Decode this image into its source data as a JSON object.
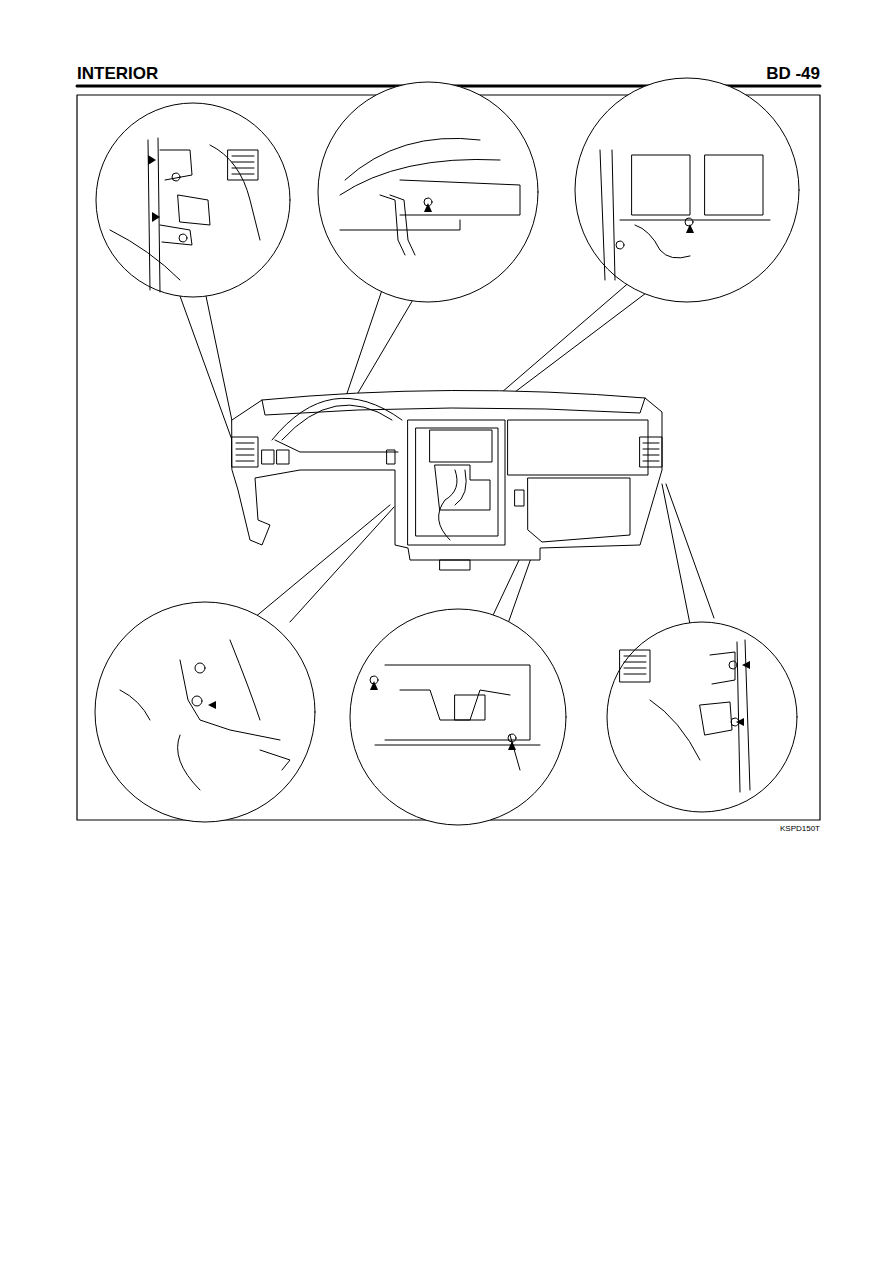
{
  "diagram": {
    "labels": [
      "INTERIOR",
      "BD -49",
      "KSPD150T"
    ]
  }
}
